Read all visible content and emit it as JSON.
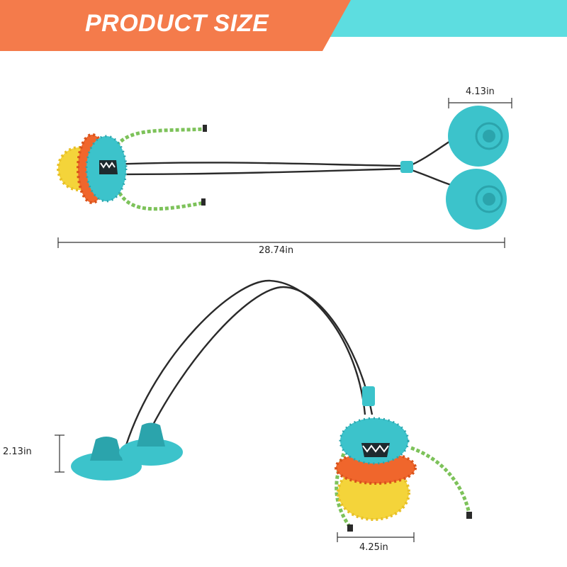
{
  "banner": {
    "title": "PRODUCT SIZE",
    "left_color": "#F47B4B",
    "right_color": "#5DDDE0"
  },
  "colors": {
    "toy_teal": "#3CC3CB",
    "toy_teal_dark": "#2BA4AC",
    "toy_orange": "#F0662C",
    "toy_yellow": "#F4D43A",
    "cord": "#2A2A2A",
    "rope_green": "#7DC25A",
    "dimension_line": "#333333"
  },
  "dimensions": {
    "suction_cup_width": "4.13in",
    "total_length": "28.74in",
    "suction_cup_height": "2.13in",
    "ball_width": "4.25in"
  }
}
